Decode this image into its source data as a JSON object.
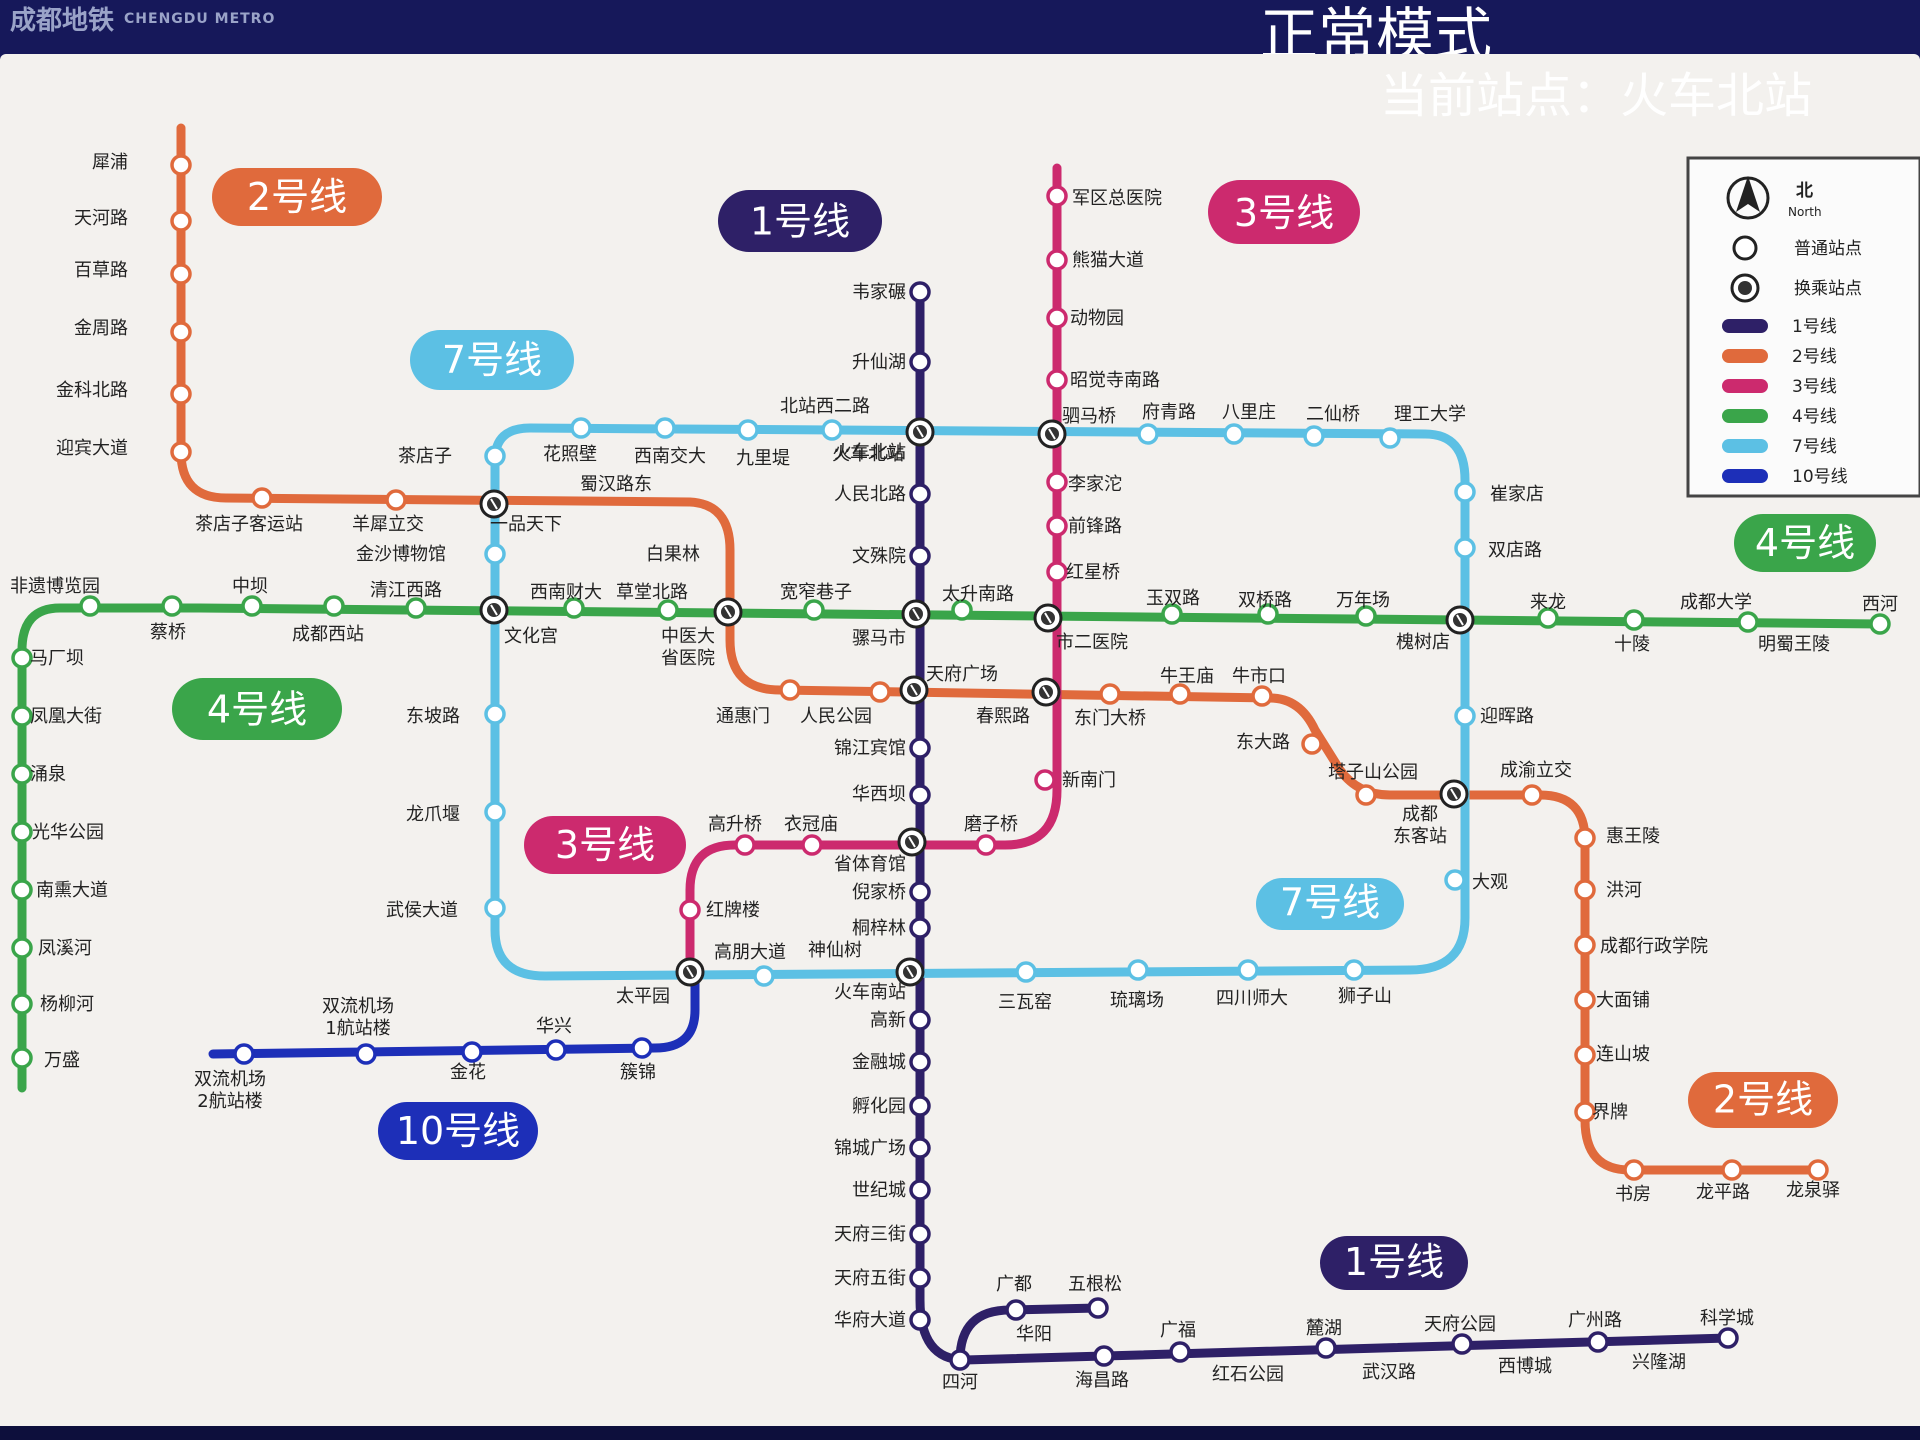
{
  "header": {
    "logo_cn": "成都地铁",
    "logo_en": "CHENGDU METRO",
    "mode": "正常模式",
    "current_station_label": "当前站点：火车北站"
  },
  "colors": {
    "line1": "#2e2067",
    "line2": "#e06a3c",
    "line3": "#cc2a6e",
    "line4": "#3aa54a",
    "line7": "#5cc0e4",
    "line10": "#1d2fb8"
  },
  "legend": {
    "north_cn": "北",
    "north_en": "North",
    "normal": "普通站点",
    "transfer": "换乘站点",
    "lines": [
      {
        "key": "line1",
        "name": "1号线"
      },
      {
        "key": "line2",
        "name": "2号线"
      },
      {
        "key": "line3",
        "name": "3号线"
      },
      {
        "key": "line4",
        "name": "4号线"
      },
      {
        "key": "line7",
        "name": "7号线"
      },
      {
        "key": "line10",
        "name": "10号线"
      }
    ]
  },
  "badges": [
    {
      "text": "2号线",
      "color": "line2"
    },
    {
      "text": "1号线",
      "color": "line1"
    },
    {
      "text": "3号线",
      "color": "line3"
    },
    {
      "text": "7号线",
      "color": "line7"
    },
    {
      "text": "4号线",
      "color": "line4"
    },
    {
      "text": "4号线",
      "color": "line4"
    },
    {
      "text": "3号线",
      "color": "line3"
    },
    {
      "text": "7号线",
      "color": "line7"
    },
    {
      "text": "10号线",
      "color": "line10"
    },
    {
      "text": "2号线",
      "color": "line2"
    },
    {
      "text": "1号线",
      "color": "line1"
    }
  ],
  "stations": {
    "line2_west": [
      "犀浦",
      "天河路",
      "百草路",
      "金周路",
      "金科北路",
      "迎宾大道",
      "茶店子客运站",
      "羊犀立交",
      "一品天下",
      "蜀汉路东",
      "白果林",
      "中医大省医院",
      "通惠门",
      "人民公园",
      "天府广场",
      "春熙路",
      "东门大桥",
      "牛王庙",
      "牛市口",
      "东大路",
      "塔子山公园",
      "成都东客站",
      "成渝立交",
      "惠王陵",
      "洪河",
      "成都行政学院",
      "大面铺",
      "连山坡",
      "界牌",
      "书房",
      "龙平路",
      "龙泉驿"
    ],
    "line1": [
      "韦家碾",
      "升仙湖",
      "火车北站",
      "人民北路",
      "文殊院",
      "骡马市",
      "天府广场",
      "锦江宾馆",
      "华西坝",
      "省体育馆",
      "倪家桥",
      "桐梓林",
      "火车南站",
      "高新",
      "金融城",
      "孵化园",
      "锦城广场",
      "世纪城",
      "天府三街",
      "天府五街",
      "华府大道",
      "四河",
      "广都",
      "五根松",
      "华阳",
      "海昌路",
      "广福",
      "红石公园",
      "麓湖",
      "武汉路",
      "天府公园",
      "西博城",
      "广州路",
      "兴隆湖",
      "科学城"
    ],
    "line3": [
      "军区总医院",
      "熊猫大道",
      "动物园",
      "昭觉寺南路",
      "驷马桥",
      "李家沱",
      "前锋路",
      "红星桥",
      "市二医院",
      "春熙路",
      "新南门",
      "磨子桥",
      "省体育馆",
      "衣冠庙",
      "高升桥",
      "红牌楼",
      "太平园"
    ],
    "line4": [
      "非遗博览园",
      "蔡桥",
      "中坝",
      "成都西站",
      "清江西路",
      "文化宫",
      "西南财大",
      "草堂北路",
      "中医大省医院",
      "宽窄巷子",
      "骡马市",
      "太升南路",
      "市二医院",
      "玉双路",
      "双桥路",
      "万年场",
      "槐树店",
      "来龙",
      "十陵",
      "成都大学",
      "明蜀王陵",
      "西河",
      "马厂坝",
      "凤凰大街",
      "涌泉",
      "光华公园",
      "南熏大道",
      "凤溪河",
      "杨柳河",
      "万盛"
    ],
    "line7": [
      "茶店子",
      "花照壁",
      "西南交大",
      "九里堤",
      "北站西二路",
      "火车北站",
      "驷马桥",
      "府青路",
      "八里庄",
      "二仙桥",
      "理工大学",
      "崔家店",
      "双店路",
      "槐树店",
      "迎晖路",
      "成都东客站",
      "大观",
      "狮子山",
      "四川师大",
      "琉璃场",
      "三瓦窑",
      "火车南站",
      "神仙树",
      "高朋大道",
      "太平园",
      "武侯大道",
      "龙爪堰",
      "东坡路",
      "文化宫",
      "金沙博物馆",
      "一品天下"
    ],
    "line10": [
      "太平园",
      "簇锦",
      "华兴",
      "金花",
      "双流机场1航站楼",
      "双流机场2航站楼"
    ]
  }
}
